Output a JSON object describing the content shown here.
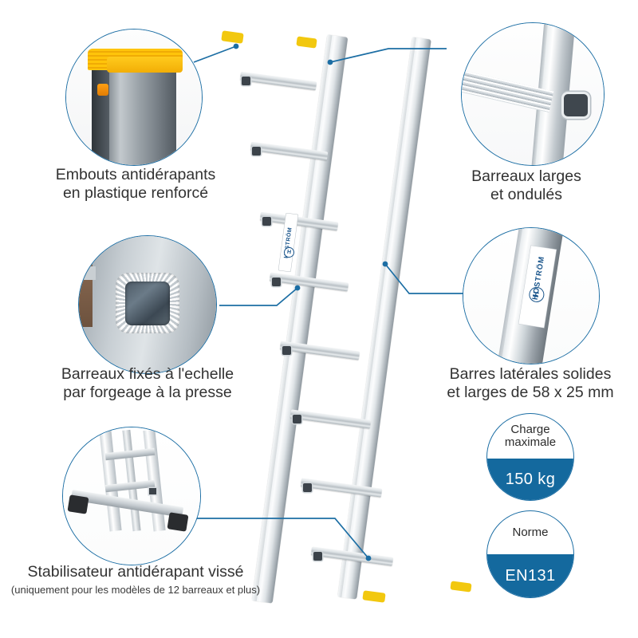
{
  "product": {
    "brand": "HOSTRÖM",
    "type": "ladder-infographic"
  },
  "features": [
    {
      "id": "end-caps",
      "caption_lines": [
        "Embouts antidérapants",
        "en plastique renforcé"
      ],
      "photo": "ladder-end-cap-photo"
    },
    {
      "id": "wide-rungs",
      "caption_lines": [
        "Barreaux larges",
        "et ondulés"
      ],
      "photo": "wide-corrugated-rung-photo"
    },
    {
      "id": "forged-rungs",
      "caption_lines": [
        "Barreaux fixés à l'echelle",
        "par forgeage à la presse"
      ],
      "photo": "forged-rung-joint-photo"
    },
    {
      "id": "side-rails",
      "caption_lines": [
        "Barres latérales solides",
        "et larges de 58 x 25 mm"
      ],
      "photo": "side-rail-sticker-photo"
    },
    {
      "id": "stabiliser",
      "caption_lines": [
        "Stabilisateur antidérapant vissé"
      ],
      "caption_sub": "(uniquement pour les modèles de 12 barreaux et plus)",
      "photo": "stabiliser-bar-photo"
    }
  ],
  "badges": [
    {
      "id": "max-load",
      "top_line1": "Charge",
      "top_line2": "maximale",
      "value": "150 kg"
    },
    {
      "id": "standard",
      "top_line1": "Norme",
      "top_line2": "",
      "value": "EN131"
    }
  ],
  "colors": {
    "accent_blue": "#14699e",
    "line_blue": "#1c6ea4",
    "cap_yellow": "#f2c80f",
    "text": "#323232"
  }
}
